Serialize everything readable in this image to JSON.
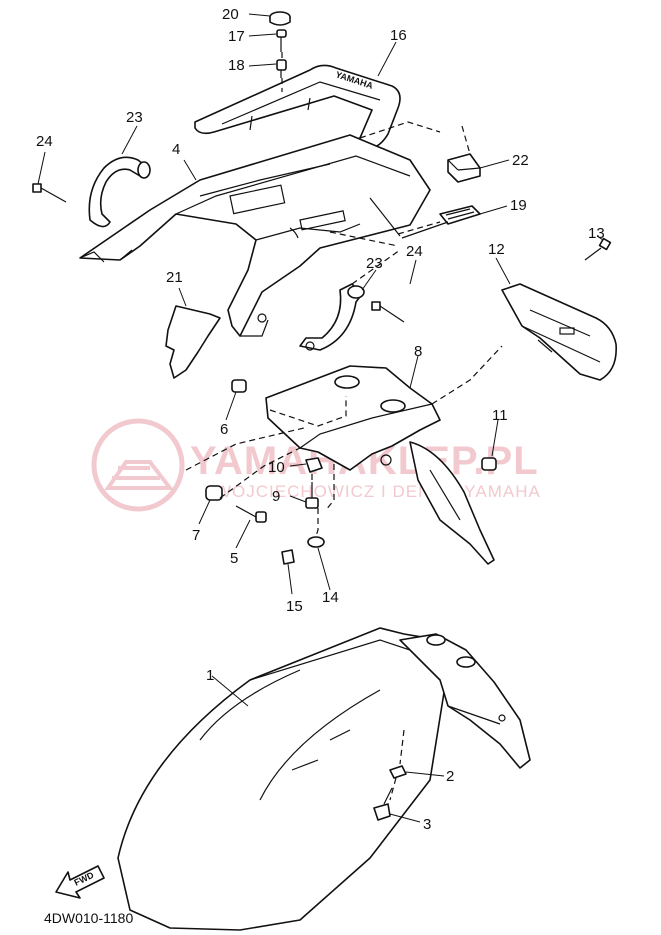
{
  "diagram": {
    "callouts": [
      "20",
      "17",
      "18",
      "16",
      "23",
      "24",
      "4",
      "22",
      "19",
      "13",
      "12",
      "21",
      "23",
      "24",
      "8",
      "6",
      "11",
      "10",
      "9",
      "7",
      "5",
      "15",
      "14",
      "1",
      "2",
      "3"
    ],
    "forward_label": "FWD",
    "figure_code": "4DW010-1180"
  },
  "watermark": {
    "title": "YAMAHAKLEP.PL",
    "subtitle": "WOJCIECHOWICZ I DENDO  YAMAHA",
    "color": "#f2c9ce"
  }
}
